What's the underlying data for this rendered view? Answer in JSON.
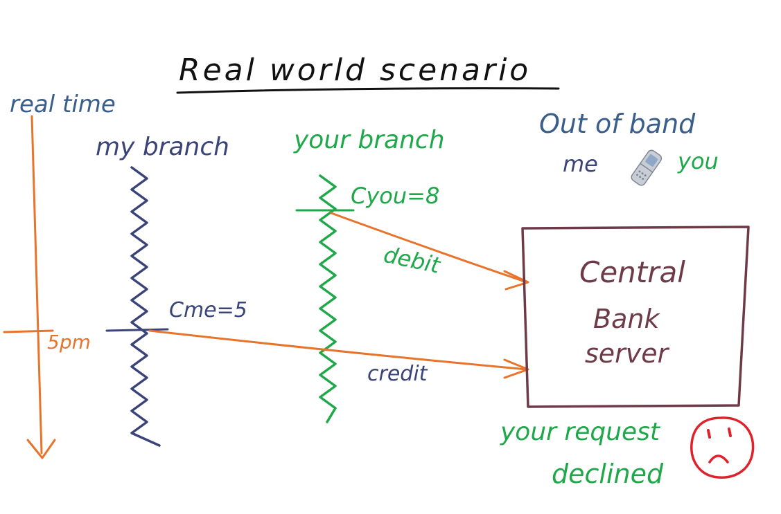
{
  "title": "Real world scenario",
  "real_time_label": "real time",
  "my_branch_label": "my branch",
  "your_branch_label": "your branch",
  "out_of_band_label": "Out of band",
  "me_label": "me",
  "you_label": "you",
  "c_you_label": "Cyou=8",
  "c_me_label": "Cme=5",
  "time_5pm_label": "5pm",
  "debit_label": "debit",
  "credit_label": "credit",
  "server_line1": "Central",
  "server_line2": "Bank",
  "server_line3": "server",
  "declined_line1": "your request",
  "declined_line2": "declined",
  "colors": {
    "orange": "#E8732A",
    "navy": "#3B4478",
    "green": "#1FA84A",
    "blue_text": "#3A5E8C",
    "maroon": "#6E3A48",
    "red": "#E0202A",
    "black": "#111111"
  },
  "icons": {
    "phone": "flip-phone-icon",
    "sad_face": "sad-face-icon"
  }
}
